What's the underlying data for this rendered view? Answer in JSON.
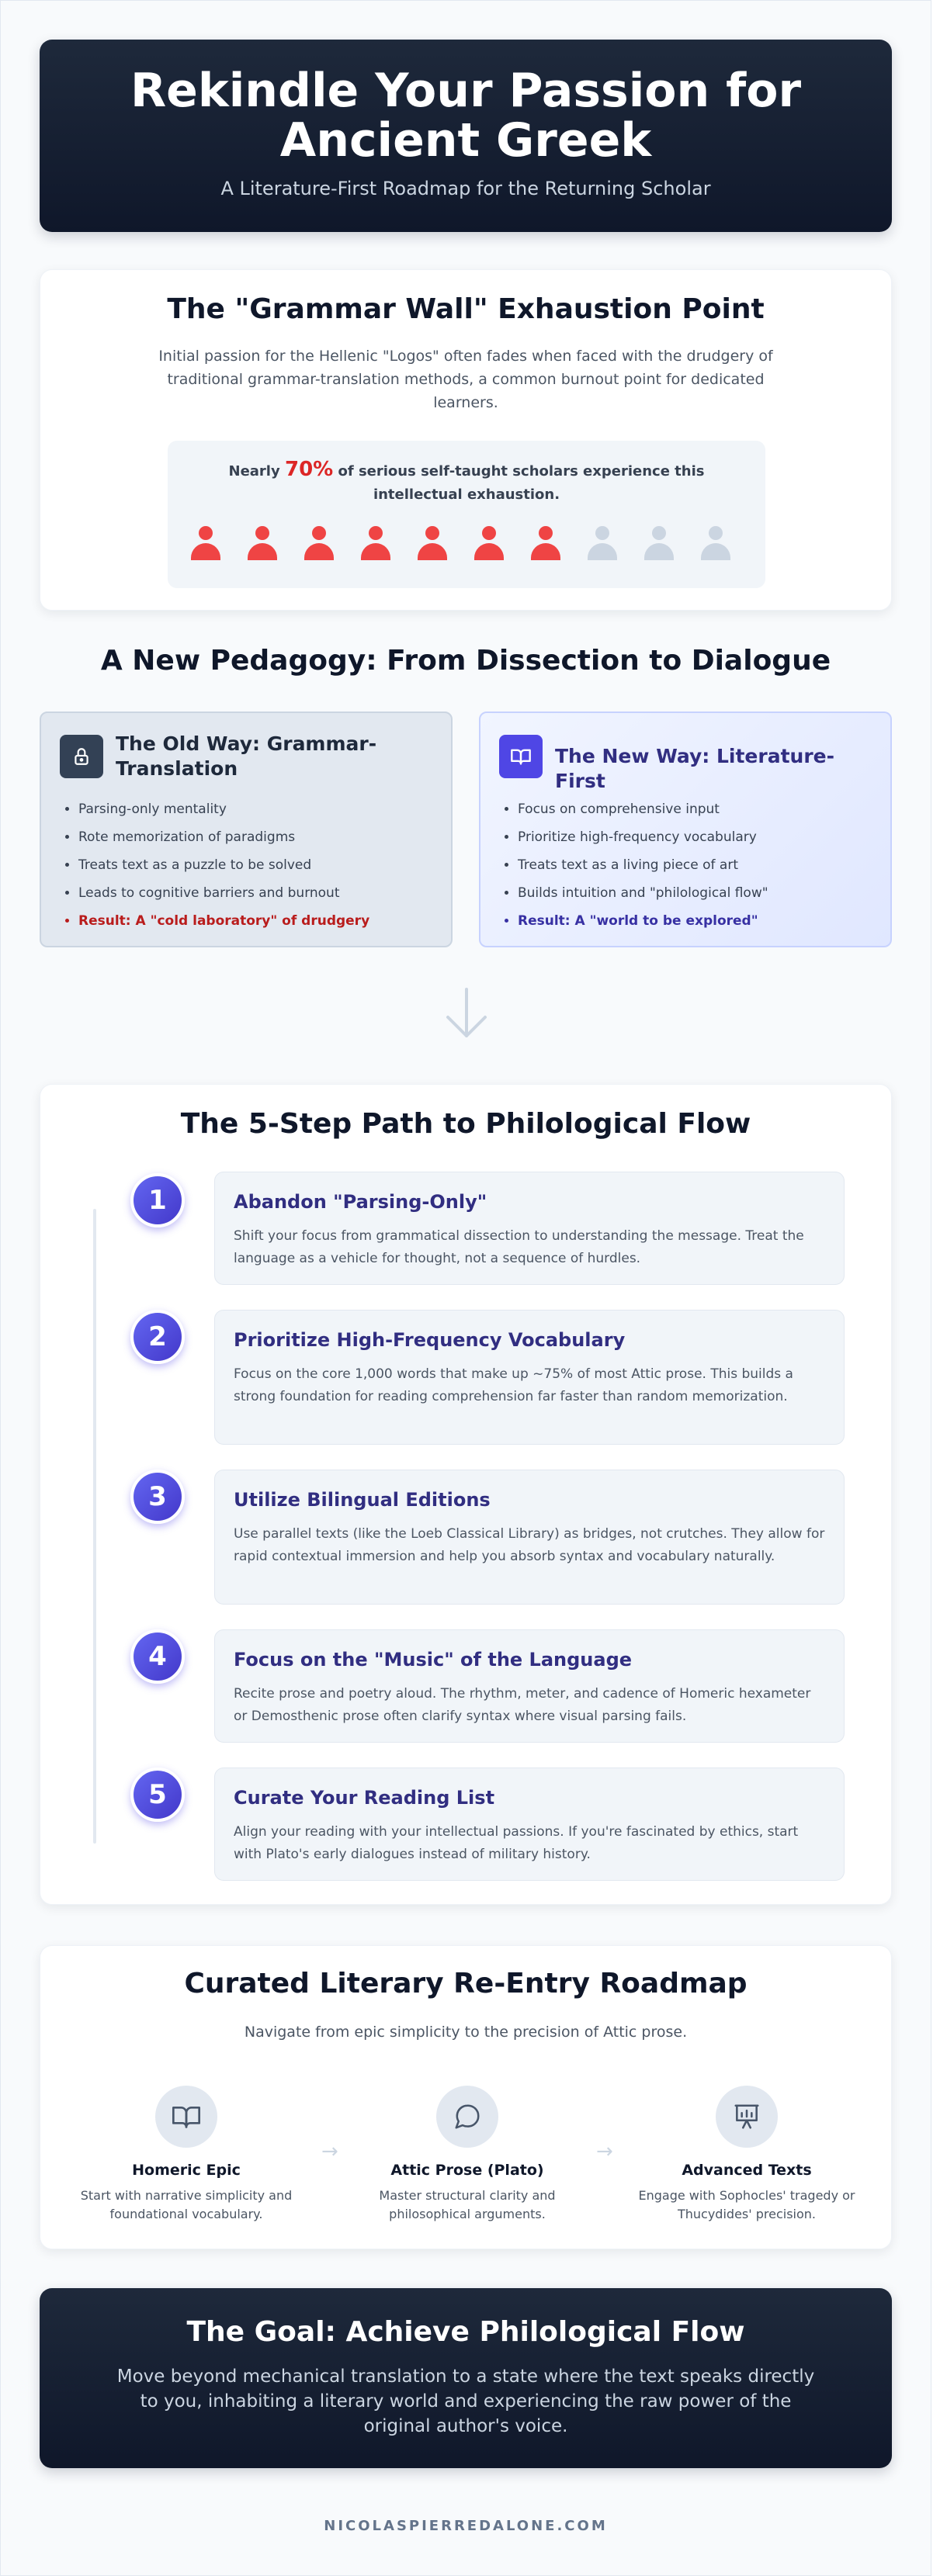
{
  "colors": {
    "accent": "#4f46e5",
    "danger": "#ef4444",
    "dark": "#0f172a",
    "muted": "#cbd5e1"
  },
  "header": {
    "title": "Rekindle Your Passion for Ancient Greek",
    "subtitle": "A Literature-First Roadmap for the Returning Scholar"
  },
  "grammar_wall": {
    "title": "The \"Grammar Wall\" Exhaustion Point",
    "description": "Initial passion for the Hellenic \"Logos\" often fades when faced with the drudgery of traditional grammar-translation methods, a common burnout point for dedicated learners.",
    "stat_prefix": "Nearly",
    "stat_percent": "70%",
    "stat_suffix": "of serious self-taught scholars experience this intellectual exhaustion.",
    "people_total": 10,
    "people_highlighted": 7,
    "people_icon": "person-icon"
  },
  "pedagogy": {
    "title": "A New Pedagogy: From Dissection to Dialogue",
    "old_way": {
      "icon": "lock-icon",
      "title": "The Old Way: Grammar-Translation",
      "items": [
        "Parsing-only mentality",
        "Rote memorization of paradigms",
        "Treats text as a puzzle to be solved",
        "Leads to cognitive barriers and burnout"
      ],
      "result": "Result: A \"cold laboratory\" of drudgery"
    },
    "new_way": {
      "icon": "book-icon",
      "title": "The New Way: Literature-First",
      "items": [
        "Focus on comprehensive input",
        "Prioritize high-frequency vocabulary",
        "Treats text as a living piece of art",
        "Builds intuition and \"philological flow\""
      ],
      "result": "Result: A \"world to be explored\""
    }
  },
  "steps": {
    "title": "The 5-Step Path to Philological Flow",
    "items": [
      {
        "number": "1",
        "title": "Abandon \"Parsing-Only\"",
        "description": "Shift your focus from grammatical dissection to understanding the message. Treat the language as a vehicle for thought, not a sequence of hurdles."
      },
      {
        "number": "2",
        "title": "Prioritize High-Frequency Vocabulary",
        "description": "Focus on the core 1,000 words that make up ~75% of most Attic prose. This builds a strong foundation for reading comprehension far faster than random memorization."
      },
      {
        "number": "3",
        "title": "Utilize Bilingual Editions",
        "description": "Use parallel texts (like the Loeb Classical Library) as bridges, not crutches. They allow for rapid contextual immersion and help you absorb syntax and vocabulary naturally."
      },
      {
        "number": "4",
        "title": "Focus on the \"Music\" of the Language",
        "description": "Recite prose and poetry aloud. The rhythm, meter, and cadence of Homeric hexameter or Demosthenic prose often clarify syntax where visual parsing fails."
      },
      {
        "number": "5",
        "title": "Curate Your Reading List",
        "description": "Align your reading with your intellectual passions. If you're fascinated by ethics, start with Plato's early dialogues instead of military history."
      }
    ]
  },
  "roadmap": {
    "title": "Curated Literary Re-Entry Roadmap",
    "subtitle": "Navigate from epic simplicity to the precision of Attic prose.",
    "arrow": "→",
    "stages": [
      {
        "icon": "book-open-icon",
        "name": "Homeric Epic",
        "description": "Start with narrative simplicity and foundational vocabulary."
      },
      {
        "icon": "speech-bubble-icon",
        "name": "Attic Prose (Plato)",
        "description": "Master structural clarity and philosophical arguments."
      },
      {
        "icon": "theater-stage-icon",
        "name": "Advanced Texts",
        "description": "Engage with Sophocles' tragedy or Thucydides' precision."
      }
    ]
  },
  "goal": {
    "title": "The Goal: Achieve Philological Flow",
    "description": "Move beyond mechanical translation to a state where the text speaks directly to you, inhabiting a literary world and experiencing the raw power of the original author's voice."
  },
  "footer": {
    "site": "NICOLASPIERREDALONE.COM"
  }
}
